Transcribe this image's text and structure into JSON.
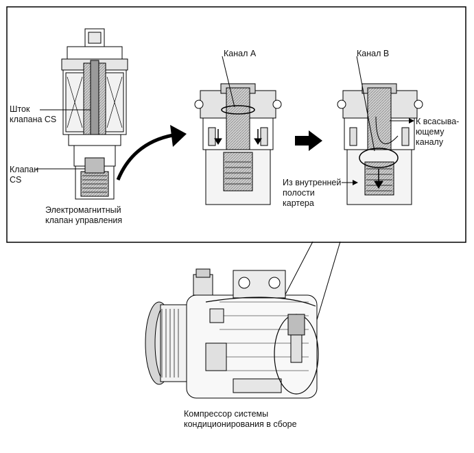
{
  "labels": {
    "stem": "Шток\nклапана CS",
    "valve": "Клапан\nCS",
    "solenoid": "Электромагнитный\nклапан управления",
    "channel_a": "Канал A",
    "channel_b": "Канал B",
    "to_suction": "К всасыва-\nющему\nканалу",
    "from_crankcase": "Из внутренней\nполости\nкартера",
    "compressor": "Компрессор системы\nкондиционирования в сборе"
  }
}
